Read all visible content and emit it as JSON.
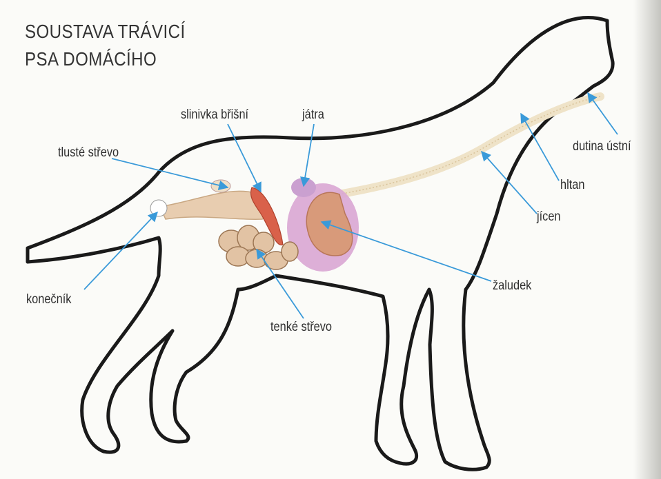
{
  "title": {
    "line1": "SOUSTAVA TRÁVICÍ",
    "line2": "PSA DOMÁCÍHO"
  },
  "labels": {
    "slinivka": "slinivka břišní",
    "jatra": "játra",
    "tluste": "tlusté střevo",
    "dutina": "dutina ústní",
    "hltan": "hltan",
    "jicen": "jícen",
    "zaludek": "žaludek",
    "konecnik": "konečník",
    "tenke": "tenké střevo"
  },
  "colors": {
    "outline": "#1a1a1a",
    "pointer": "#3a9ad9",
    "intestine": "#e8cdb0",
    "stomach": "#d89a7a",
    "liver": "#d9a6d3",
    "pancreas": "#d9614a"
  }
}
